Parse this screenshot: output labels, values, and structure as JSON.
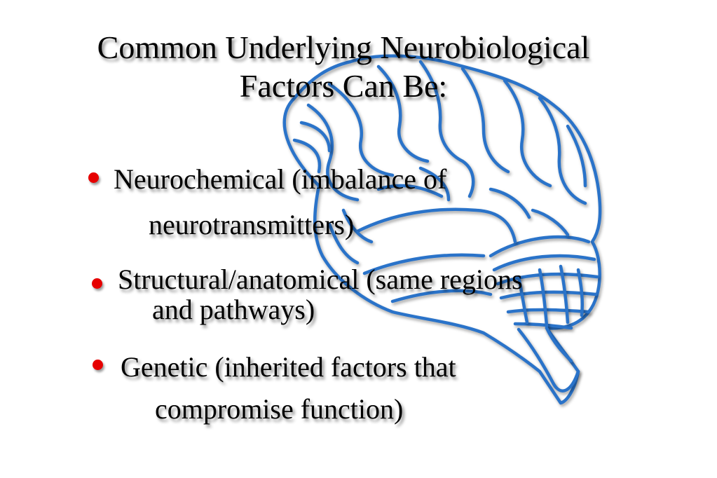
{
  "slide": {
    "title_line1": "Common Underlying Neurobiological",
    "title_line2": "Factors Can Be:",
    "bullets": [
      {
        "line1": "Neurochemical (imbalance of",
        "line2": "neurotransmitters)"
      },
      {
        "line1": "Structural/anatomical (same regions",
        "line2": "and pathways)"
      },
      {
        "line1": "Genetic (inherited factors that",
        "line2": "compromise function)"
      }
    ]
  },
  "colors": {
    "brain_outline": "#2a73c9",
    "bullet": "#e60000",
    "text": "#000000",
    "background": "#ffffff"
  },
  "illustration": {
    "name": "brain-illustration",
    "type": "line-drawing"
  }
}
